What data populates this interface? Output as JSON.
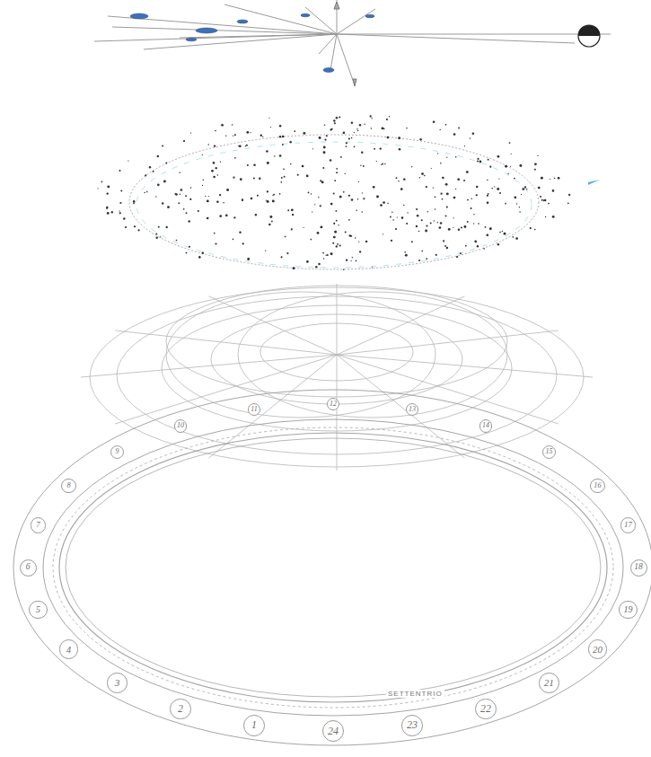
{
  "diagram": {
    "nodes": [
      {
        "text": [
          "1"
        ]
      },
      {
        "text": [
          "2"
        ]
      },
      {
        "text": [
          "3"
        ]
      },
      {
        "text": [
          "4"
        ]
      },
      {
        "text": [
          "5"
        ]
      },
      {
        "text": [
          "6"
        ]
      },
      {
        "text": [
          "7"
        ]
      },
      {
        "text": [
          "8"
        ]
      },
      {
        "text": [
          "9"
        ]
      },
      {
        "text": [
          "10"
        ]
      },
      {
        "text": [
          "11"
        ]
      },
      {
        "text": [
          "12"
        ]
      },
      {
        "text": [
          "13"
        ]
      },
      {
        "text": [
          "14"
        ]
      },
      {
        "text": [
          "15"
        ]
      },
      {
        "text": [
          "16"
        ]
      },
      {
        "text": [
          "17"
        ]
      },
      {
        "text": [
          "18"
        ]
      },
      {
        "text": [
          "19"
        ]
      },
      {
        "text": [
          "20"
        ]
      },
      {
        "text": [
          "21"
        ]
      },
      {
        "text": [
          "22"
        ]
      },
      {
        "text": [
          "23"
        ]
      },
      {
        "text": [
          "24"
        ]
      }
    ],
    "labels": [
      "SETTENTRIO"
    ]
  }
}
